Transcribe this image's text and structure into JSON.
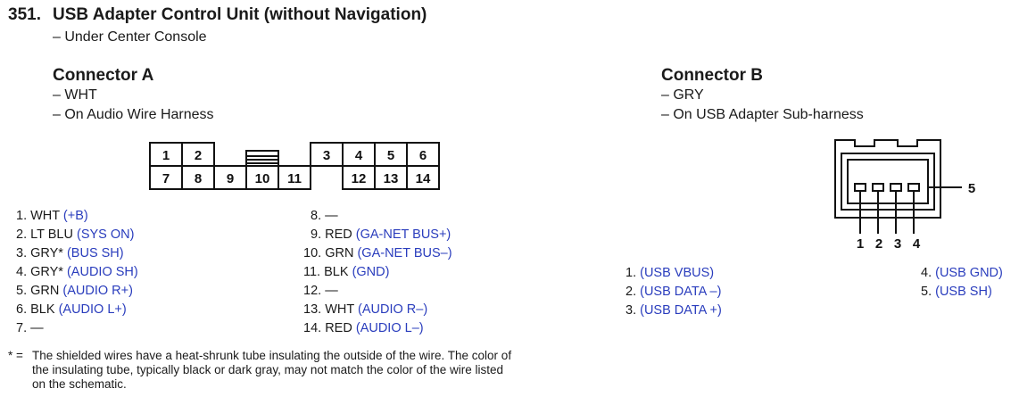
{
  "header": {
    "number": "351.",
    "title": "USB Adapter Control Unit (without Navigation)",
    "location": "– Under Center Console"
  },
  "connector_a": {
    "name": "Connector A",
    "color": "– WHT",
    "location": "– On Audio Wire Harness",
    "top_pins": [
      "1",
      "2",
      "3",
      "4",
      "5",
      "6"
    ],
    "bottom_pins": [
      "7",
      "8",
      "9",
      "10",
      "11",
      "12",
      "13",
      "14"
    ],
    "pins": [
      {
        "num": "1.",
        "wire": "WHT",
        "func": "(+B)"
      },
      {
        "num": "2.",
        "wire": "LT BLU",
        "func": "(SYS ON)"
      },
      {
        "num": "3.",
        "wire": "GRY*",
        "func": "(BUS SH)"
      },
      {
        "num": "4.",
        "wire": "GRY*",
        "func": "(AUDIO SH)"
      },
      {
        "num": "5.",
        "wire": "GRN",
        "func": "(AUDIO R+)"
      },
      {
        "num": "6.",
        "wire": "BLK",
        "func": "(AUDIO L+)"
      },
      {
        "num": "7.",
        "wire": "—",
        "func": ""
      },
      {
        "num": "8.",
        "wire": "—",
        "func": ""
      },
      {
        "num": "9.",
        "wire": "RED",
        "func": "(GA-NET BUS+)"
      },
      {
        "num": "10.",
        "wire": "GRN",
        "func": "(GA-NET BUS–)"
      },
      {
        "num": "11.",
        "wire": "BLK",
        "func": "(GND)"
      },
      {
        "num": "12.",
        "wire": "—",
        "func": ""
      },
      {
        "num": "13.",
        "wire": "WHT",
        "func": "(AUDIO R–)"
      },
      {
        "num": "14.",
        "wire": "RED",
        "func": "(AUDIO L–)"
      }
    ]
  },
  "connector_b": {
    "name": "Connector B",
    "color": "– GRY",
    "location": "– On USB Adapter Sub-harness",
    "pin_labels": [
      "1",
      "2",
      "3",
      "4"
    ],
    "shield_label": "5",
    "pins": [
      {
        "num": "1.",
        "func": "(USB VBUS)"
      },
      {
        "num": "2.",
        "func": "(USB DATA –)"
      },
      {
        "num": "3.",
        "func": "(USB DATA +)"
      },
      {
        "num": "4.",
        "func": "(USB GND)"
      },
      {
        "num": "5.",
        "func": "(USB SH)"
      }
    ]
  },
  "footnote": {
    "mark": "* =",
    "lines": [
      "The shielded wires have a heat-shrunk tube insulating the outside of the wire. The color of",
      "the insulating tube, typically black or dark gray, may not match the color of the wire listed",
      "on the schematic."
    ]
  },
  "colors": {
    "text": "#1a1a1a",
    "function": "#2a3dbd",
    "line": "#111111"
  }
}
